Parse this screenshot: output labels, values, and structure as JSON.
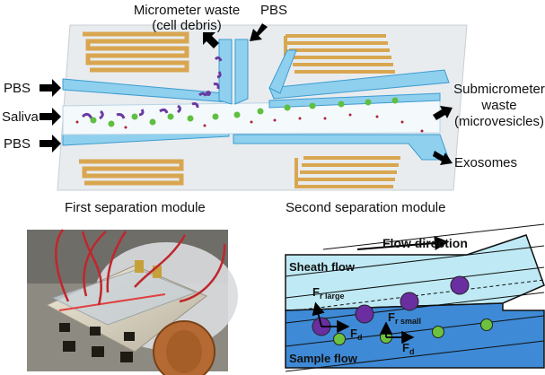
{
  "top_panel": {
    "labels": {
      "micrometer_waste_line1": "Micrometer waste",
      "micrometer_waste_line2": "(cell debris)",
      "pbs_top": "PBS",
      "pbs_upper_left": "PBS",
      "saliva": "Saliva",
      "pbs_lower_left": "PBS",
      "submicrometer_line1": "Submicrometer",
      "submicrometer_line2": "waste",
      "submicrometer_line3": "(microvesicles)",
      "exosomes": "Exosomes",
      "first_module": "First separation module",
      "second_module": "Second separation module"
    }
  },
  "bottom_right_panel": {
    "labels": {
      "flow_direction": "Flow direction",
      "sheath_flow": "Sheath flow",
      "sample_flow": "Sample flow",
      "fr_large": "F",
      "fr_large_sub": "r large",
      "fr_small": "F",
      "fr_small_sub": "r small",
      "fd_left": "F",
      "fd_left_sub": "d",
      "fd_right": "F",
      "fd_right_sub": "d"
    }
  },
  "colors": {
    "channel_blue": "#8fd0ee",
    "channel_dark": "#3d9bd0",
    "electrode_gold": "#e0b060",
    "particle_green": "#5fbf3f",
    "particle_purple": "#6a3aa0",
    "dot_red": "#b0203a",
    "sheath_blue": "#bfeaf5",
    "sample_blue": "#3e8ad6"
  }
}
